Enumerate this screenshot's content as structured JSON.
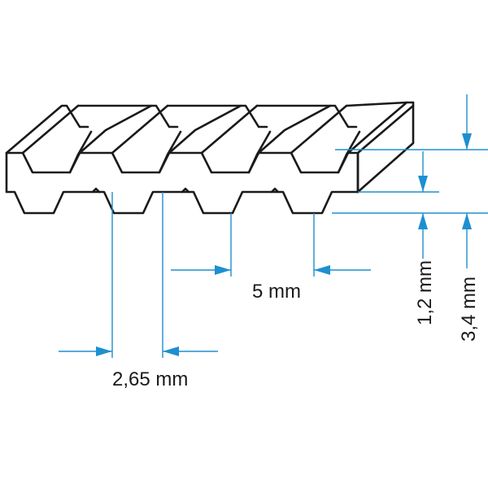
{
  "diagram": {
    "dimensions": {
      "pitch": "5 mm",
      "tooth_width": "2,65 mm",
      "tooth_height": "1,2 mm",
      "belt_thickness": "3,4 mm"
    },
    "colors": {
      "outline": "#1a1a1a",
      "dimension": "#1e8fd0",
      "background": "#ffffff"
    }
  }
}
